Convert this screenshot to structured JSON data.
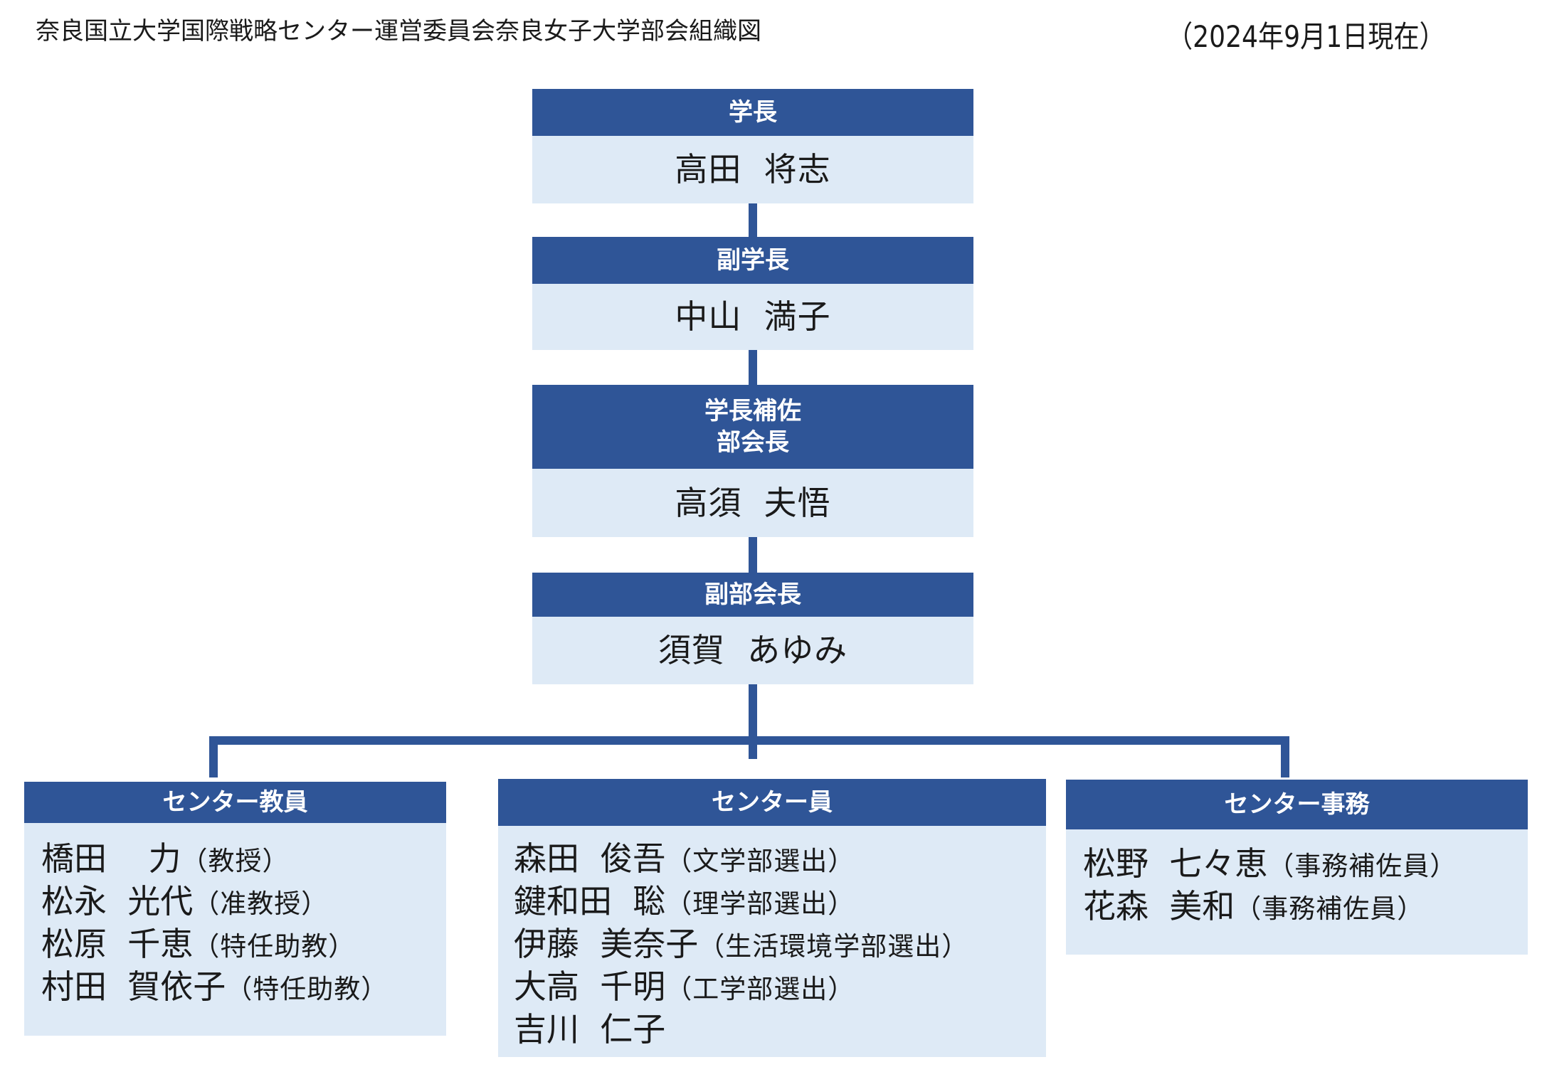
{
  "header": {
    "title": "奈良国立大学国際戦略センター運営委員会奈良女子大学部会組織図",
    "as_of": "（2024年9月1日現在）"
  },
  "leadership": [
    {
      "role_lines": [
        "学長"
      ],
      "name": "高田  将志"
    },
    {
      "role_lines": [
        "副学長"
      ],
      "name": "中山  満子"
    },
    {
      "role_lines": [
        "学長補佐",
        "部会長"
      ],
      "name": "高須  夫悟"
    },
    {
      "role_lines": [
        "副部会長"
      ],
      "name": "須賀  あゆみ"
    }
  ],
  "groups": {
    "faculty": {
      "title": "センター教員",
      "members": [
        {
          "name": "橋田    力",
          "role": "（教授）"
        },
        {
          "name": "松永  光代",
          "role": "（准教授）"
        },
        {
          "name": "松原  千恵",
          "role": "（特任助教）"
        },
        {
          "name": "村田  賀依子",
          "role": "（特任助教）"
        }
      ]
    },
    "staff": {
      "title": "センター員",
      "members": [
        {
          "name": "森田  俊吾",
          "role": "（文学部選出）"
        },
        {
          "name": "鍵和田  聡",
          "role": "（理学部選出）"
        },
        {
          "name": "伊藤  美奈子",
          "role": "（生活環境学部選出）"
        },
        {
          "name": "大高  千明",
          "role": "（工学部選出）"
        },
        {
          "name": "吉川  仁子",
          "role": ""
        }
      ]
    },
    "office": {
      "title": "センター事務",
      "members": [
        {
          "name": "松野  七々恵",
          "role": "（事務補佐員）"
        },
        {
          "name": "花森  美和",
          "role": "（事務補佐員）"
        }
      ]
    }
  },
  "colors": {
    "header_fill": "#2f5597",
    "box_fill": "#deeaf6",
    "connector": "#2f5597"
  }
}
